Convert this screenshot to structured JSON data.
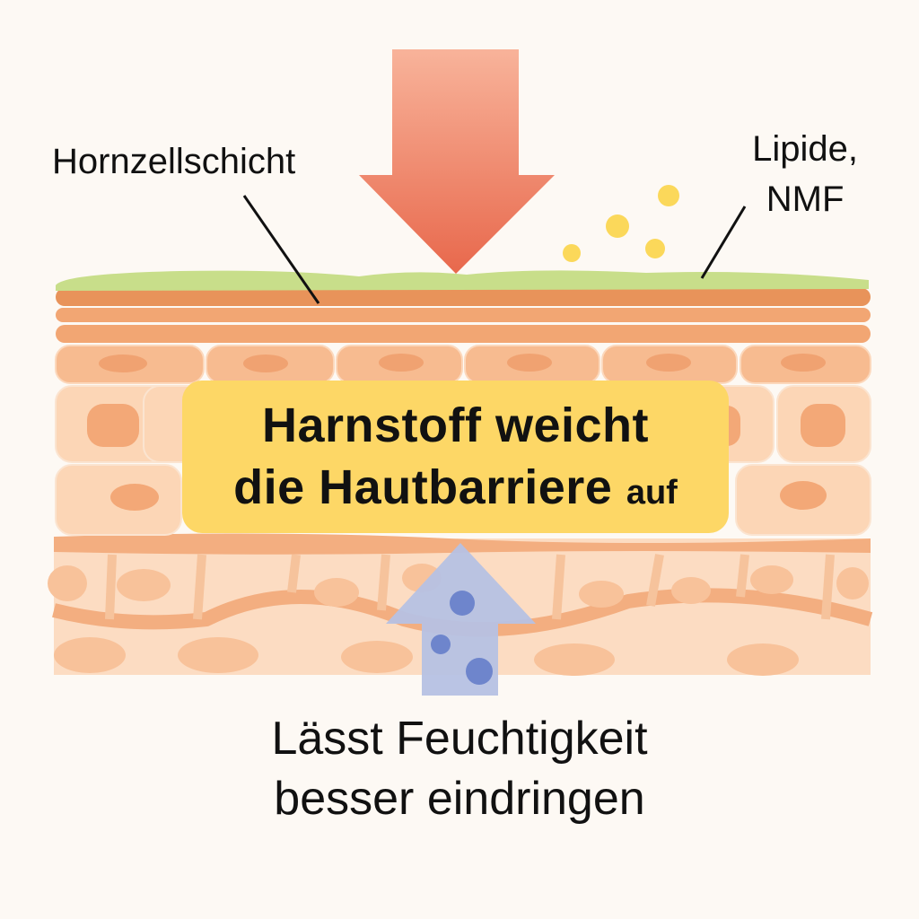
{
  "labels": {
    "stratum_corneum": "Hornzellschicht",
    "lipids_line1": "Lipide,",
    "lipids_line2": "NMF"
  },
  "callout": {
    "line1": "Harnstoff weicht",
    "line2_main": "die Hautbarriere",
    "line2_small": "auf"
  },
  "caption": {
    "line1": "Lässt Feuchtigkeit",
    "line2": "besser eindringen"
  },
  "colors": {
    "background": "#fdf9f4",
    "arrow_down": "#e8684c",
    "arrow_up": "#b6c1e3",
    "lipid_layer": "#c8de8a",
    "callout": "#fdd766",
    "water_dots": "#6e85cc",
    "lipid_dots": "#fbd85a"
  }
}
